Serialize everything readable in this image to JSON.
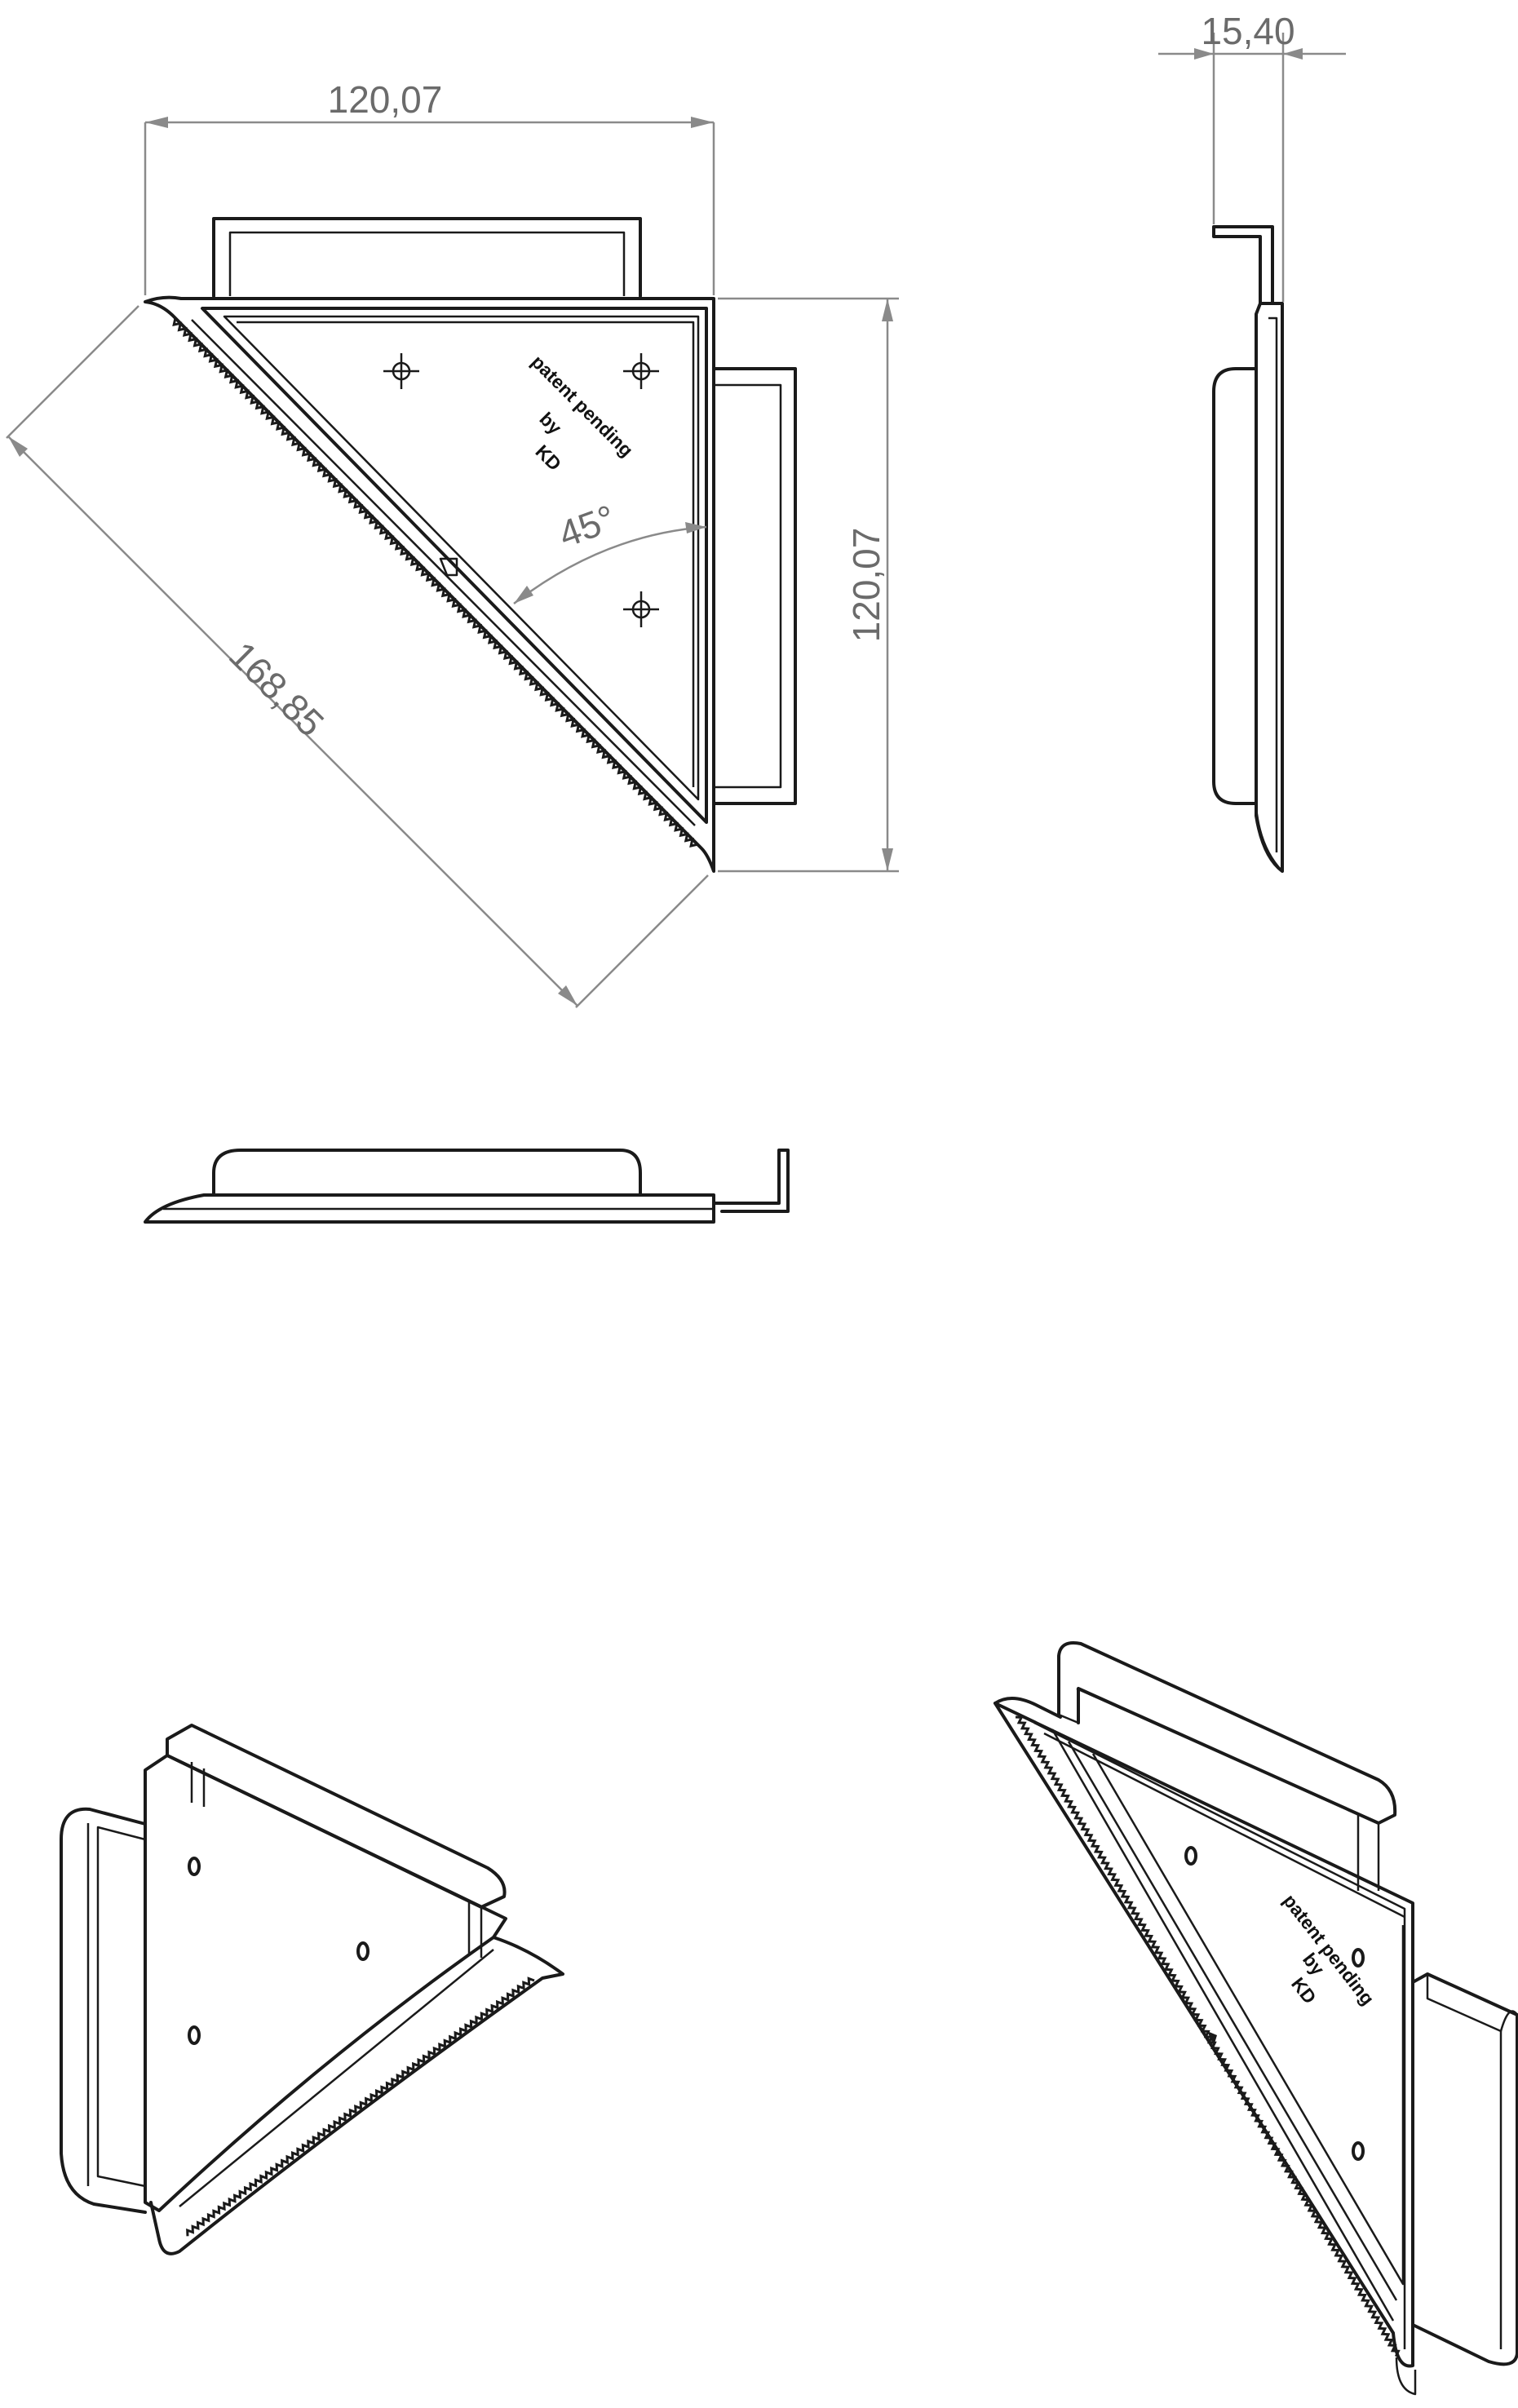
{
  "dimensions": {
    "top_width": "120,07",
    "side_height": "120,07",
    "diagonal": "168,85",
    "angle": "45°",
    "thickness": "15,40"
  },
  "label": {
    "line1": "patent pending",
    "line2": "by",
    "line3": "KD"
  },
  "colors": {
    "line": "#1a1a1a",
    "dimension": "#8a8a8a",
    "dimension_text": "#6b6b6b",
    "background": "#ffffff"
  }
}
